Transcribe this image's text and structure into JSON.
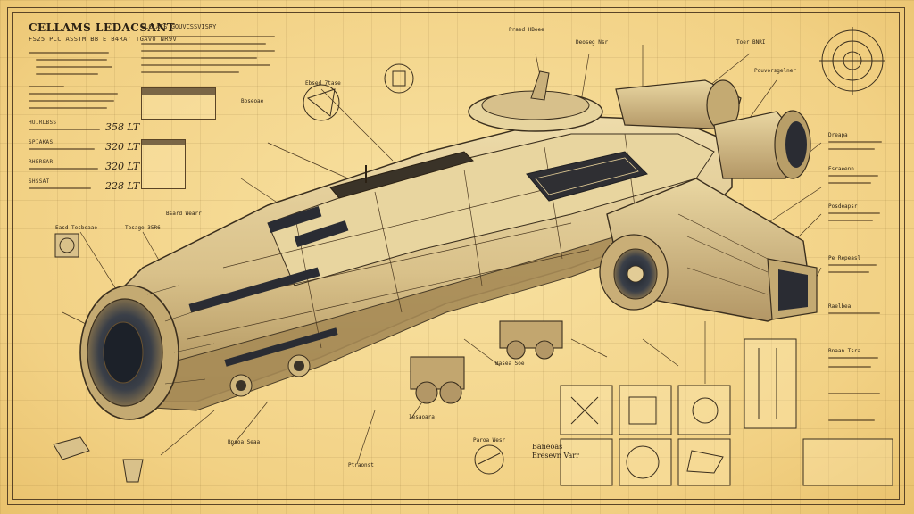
{
  "sheet": {
    "title": "CELLAMS LEDACSANT",
    "subtitle": "FS25 PCC ASSTM BB E B4RA' TGAV0 NR9V",
    "header_text": "CLCLAIS GOUVCSSVISRY"
  },
  "specs": {
    "items": [
      {
        "label": "HUIRLBSS",
        "metric": "358 LT"
      },
      {
        "label": "SPIAKAS",
        "metric": "320 LT"
      },
      {
        "label": "RHERSAR",
        "metric": "320 LT"
      },
      {
        "label": "SHSSAT",
        "metric": "228 LT"
      }
    ]
  },
  "callouts": {
    "top": [
      "Ebsed 7tase",
      "Praed HBeee",
      "Deoseg Nsr",
      "Toer BNRI",
      "Pouvorsgelner"
    ],
    "left": [
      "Easd Tesbeaae",
      "Tbsage 35R6",
      "Bsard Wearr",
      "Bbseoae"
    ],
    "right": [
      "Dreapa",
      "Esraeenn",
      "Posdeapsr",
      "Pe Repeasl",
      "Raelbea",
      "Bnaan Tsra"
    ],
    "bottom": [
      "Basea Soe",
      "Iesaoara",
      "Paroa Wesr",
      "Ptraonst",
      "Bpsoa Seaa"
    ]
  },
  "bottom_panel": {
    "heading_line1": "Baneoas",
    "heading_line2": "Eresevn Varr"
  },
  "colors": {
    "paper": "#f3d58a",
    "ink": "#3b2f1e",
    "hull": "#e2cc96",
    "hull_shadow": "#b59a63",
    "dark_panel": "#2a2c33"
  }
}
